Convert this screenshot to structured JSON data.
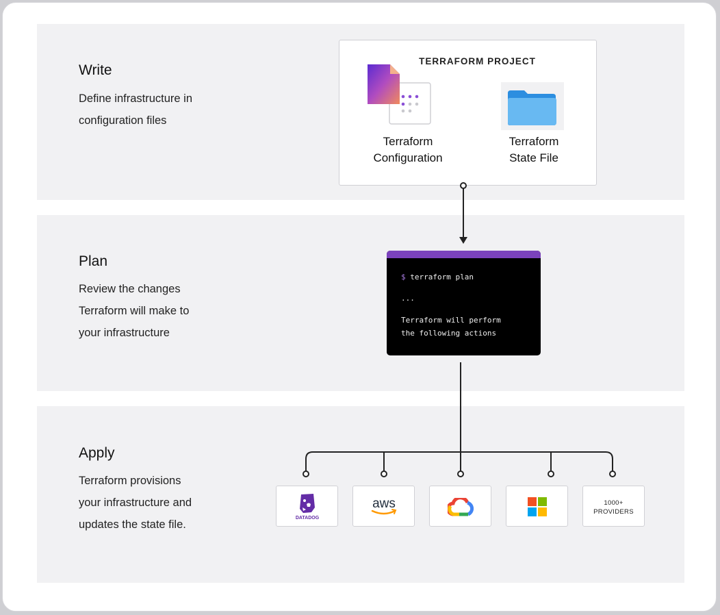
{
  "sections": {
    "write": {
      "title": "Write",
      "desc_lines": [
        "Define infrastructure in",
        "configuration files"
      ]
    },
    "plan": {
      "title": "Plan",
      "desc_lines": [
        "Review the changes",
        "Terraform will make to",
        "your infrastructure"
      ]
    },
    "apply": {
      "title": "Apply",
      "desc_lines": [
        "Terraform provisions",
        "your infrastructure and",
        "updates the state file."
      ]
    }
  },
  "project": {
    "title": "TERRAFORM PROJECT",
    "config": {
      "lines": [
        "Terraform",
        "Configuration"
      ]
    },
    "state": {
      "lines": [
        "Terraform",
        "State File"
      ]
    }
  },
  "terminal": {
    "prompt": "$",
    "command": "terraform plan",
    "ellipsis": "...",
    "output_lines": [
      "Terraform will perform",
      "the following actions"
    ]
  },
  "providers": [
    {
      "name": "datadog",
      "label": "DATADOG"
    },
    {
      "name": "aws",
      "label": "aws"
    },
    {
      "name": "google-cloud",
      "label": ""
    },
    {
      "name": "microsoft",
      "label": ""
    },
    {
      "name": "more",
      "lines": [
        "1000+",
        "PROVIDERS"
      ]
    }
  ],
  "colors": {
    "terraform_purple": "#7b42bc",
    "band_bg": "#f1f1f3",
    "aws_orange": "#ff9900"
  }
}
